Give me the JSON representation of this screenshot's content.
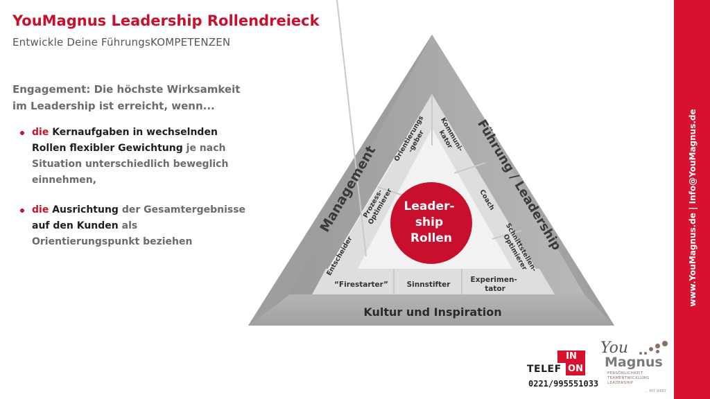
{
  "header": {
    "title": "YouMagnus Leadership Rollendreieck",
    "subtitle": "Entwickle Deine FührungsKOMPETENZEN"
  },
  "intro": {
    "text": "Engagement: Die höchste Wirksamkeit im Leadership ist erreicht, wenn..."
  },
  "bullets": [
    {
      "p1": "die ",
      "p2": "Kernaufgaben in wechselnden Rollen flexibler Gewichtung",
      "p3": " je nach Situation unterschiedlich beweglich einnehmen,"
    },
    {
      "p1": "die ",
      "p2": "Ausrichtung",
      "p3": " der Gesamtergebnisse ",
      "p4": "auf den Kunden",
      "p5": " als Orientierungspunkt beziehen"
    }
  ],
  "diagram": {
    "outer": {
      "left": "Management",
      "right": "Führung / Leadership",
      "bottom": "Kultur und Inspiration"
    },
    "center": [
      "Leader-",
      "ship",
      "Rollen"
    ],
    "left_roles": [
      [
        "Orientierungs",
        "-geber"
      ],
      [
        "Prozess-",
        "Optimierer"
      ],
      [
        "Entscheider"
      ]
    ],
    "right_roles": [
      [
        "Kommuni-",
        "kator"
      ],
      [
        "Coach"
      ],
      [
        "Schnittstellen-",
        "Optimierer"
      ]
    ],
    "bottom_roles": [
      [
        "“Firestarter”"
      ],
      [
        "Sinnstifter"
      ],
      [
        "Experimen-",
        "tator"
      ]
    ]
  },
  "sidebar": {
    "text": "www.YouMagnus.de  |  Info@YouMagnus.de"
  },
  "logos": {
    "infotelefon": {
      "word": "TELEF",
      "box1": "IN",
      "box2": "ON",
      "phone": "0221/995551033"
    },
    "youmagnus": {
      "you": "You",
      "magnus": "Magnus",
      "tagline": [
        "PERSÖNLICHKEIT",
        "TEAMENTWICKLUNG",
        "LEADERSHIP"
      ],
      "mit_wert": "... MIT WERT"
    }
  },
  "colors": {
    "accent": "#c8102e",
    "sidebar": "#d6122e",
    "outer_band": "#a9a9a9",
    "inner_cell": "#e6e6e6"
  }
}
